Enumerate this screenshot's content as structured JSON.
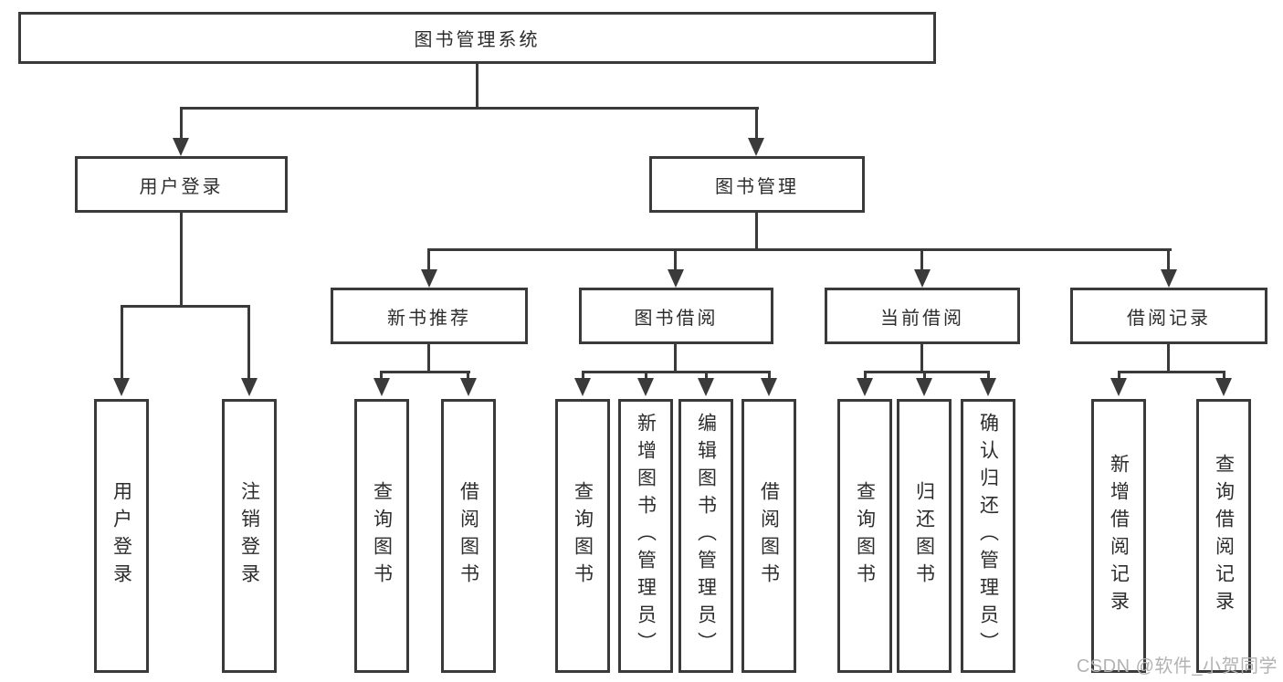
{
  "tree": {
    "root": "图书管理系统",
    "children": [
      {
        "label": "用户登录",
        "children": [
          {
            "label": "用户登录"
          },
          {
            "label": "注销登录"
          }
        ]
      },
      {
        "label": "图书管理",
        "children": [
          {
            "label": "新书推荐",
            "children": [
              {
                "label": "查询图书"
              },
              {
                "label": "借阅图书"
              }
            ]
          },
          {
            "label": "图书借阅",
            "children": [
              {
                "label": "查询图书"
              },
              {
                "label": "新增图书（管理员）"
              },
              {
                "label": "编辑图书（管理员）"
              },
              {
                "label": "借阅图书"
              }
            ]
          },
          {
            "label": "当前借阅",
            "children": [
              {
                "label": "查询图书"
              },
              {
                "label": "归还图书"
              },
              {
                "label": "确认归还（管理员）"
              }
            ]
          },
          {
            "label": "借阅记录",
            "children": [
              {
                "label": "新增借阅记录"
              },
              {
                "label": "查询借阅记录"
              }
            ]
          }
        ]
      }
    ]
  },
  "watermark": {
    "text": "CSDN @软件_小贺同学"
  },
  "colors": {
    "line": "#3a3a3a",
    "text": "#2d2d2d",
    "watermark": "#b2b2b2",
    "background": "#ffffff"
  }
}
